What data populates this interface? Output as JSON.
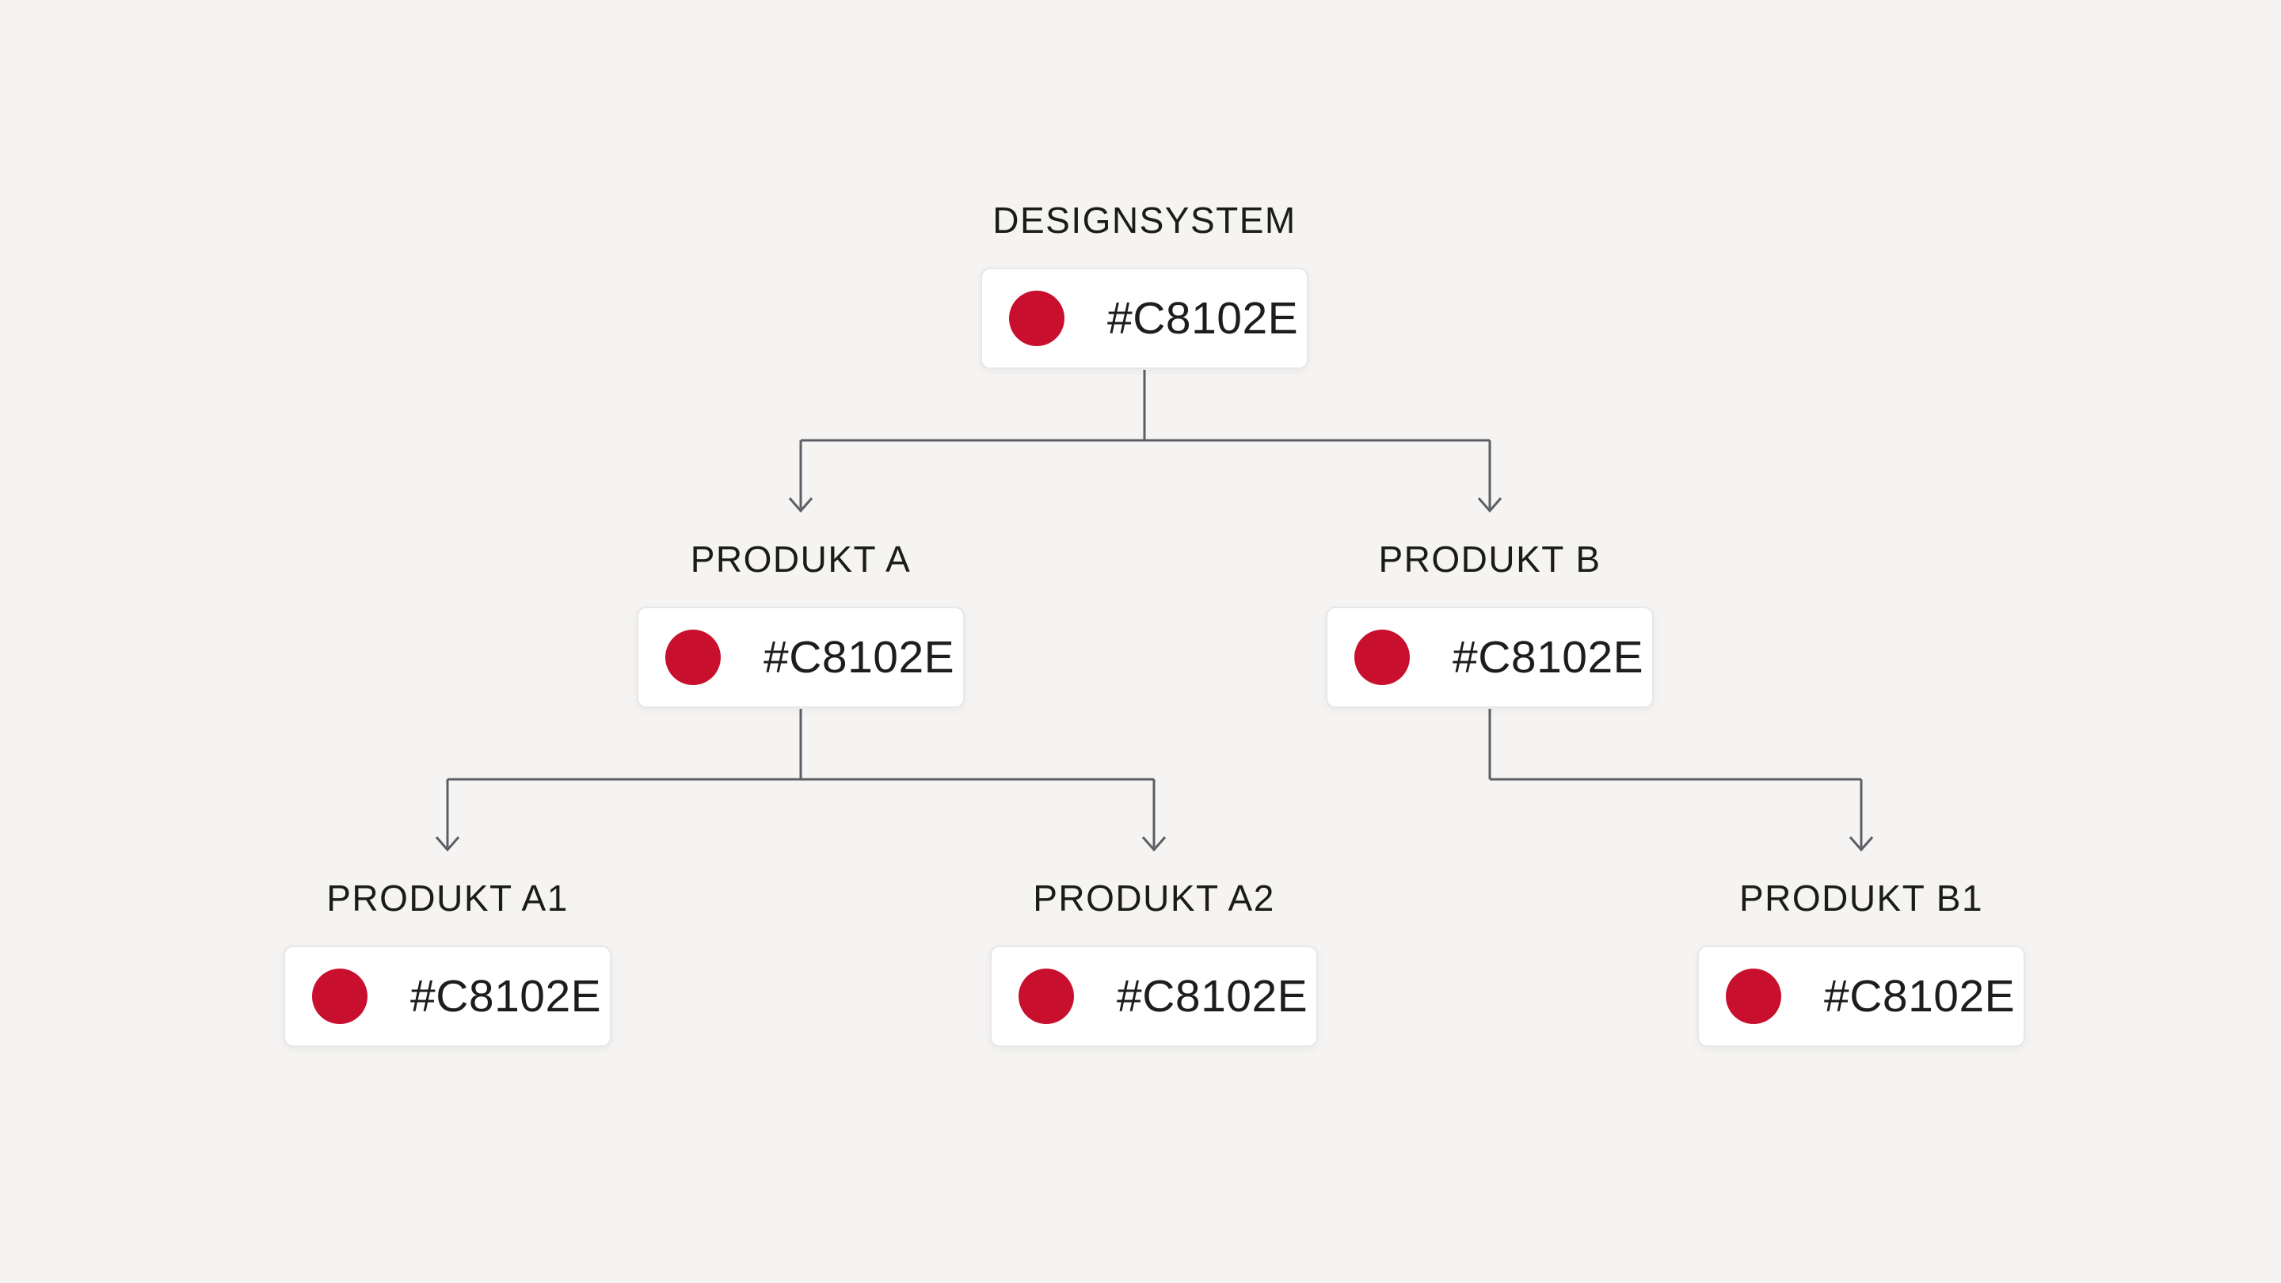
{
  "diagram": {
    "background_color": "#f5f4f2",
    "line_color": "#5b5e64",
    "card_background": "#ffffff",
    "nodes": [
      {
        "id": "designsystem",
        "label": "DESIGNSYSTEM",
        "hex": "#C8102E",
        "swatch_color": "#C8102E"
      },
      {
        "id": "produkt-a",
        "label": "PRODUKT A",
        "hex": "#C8102E",
        "swatch_color": "#C8102E"
      },
      {
        "id": "produkt-b",
        "label": "PRODUKT B",
        "hex": "#C8102E",
        "swatch_color": "#C8102E"
      },
      {
        "id": "produkt-a1",
        "label": "PRODUKT A1",
        "hex": "#C8102E",
        "swatch_color": "#C8102E"
      },
      {
        "id": "produkt-a2",
        "label": "PRODUKT A2",
        "hex": "#C8102E",
        "swatch_color": "#C8102E"
      },
      {
        "id": "produkt-b1",
        "label": "PRODUKT B1",
        "hex": "#C8102E",
        "swatch_color": "#C8102E"
      }
    ],
    "edges": [
      {
        "from": "designsystem",
        "to": "produkt-a"
      },
      {
        "from": "designsystem",
        "to": "produkt-b"
      },
      {
        "from": "produkt-a",
        "to": "produkt-a1"
      },
      {
        "from": "produkt-a",
        "to": "produkt-a2"
      },
      {
        "from": "produkt-b",
        "to": "produkt-b1"
      }
    ]
  }
}
